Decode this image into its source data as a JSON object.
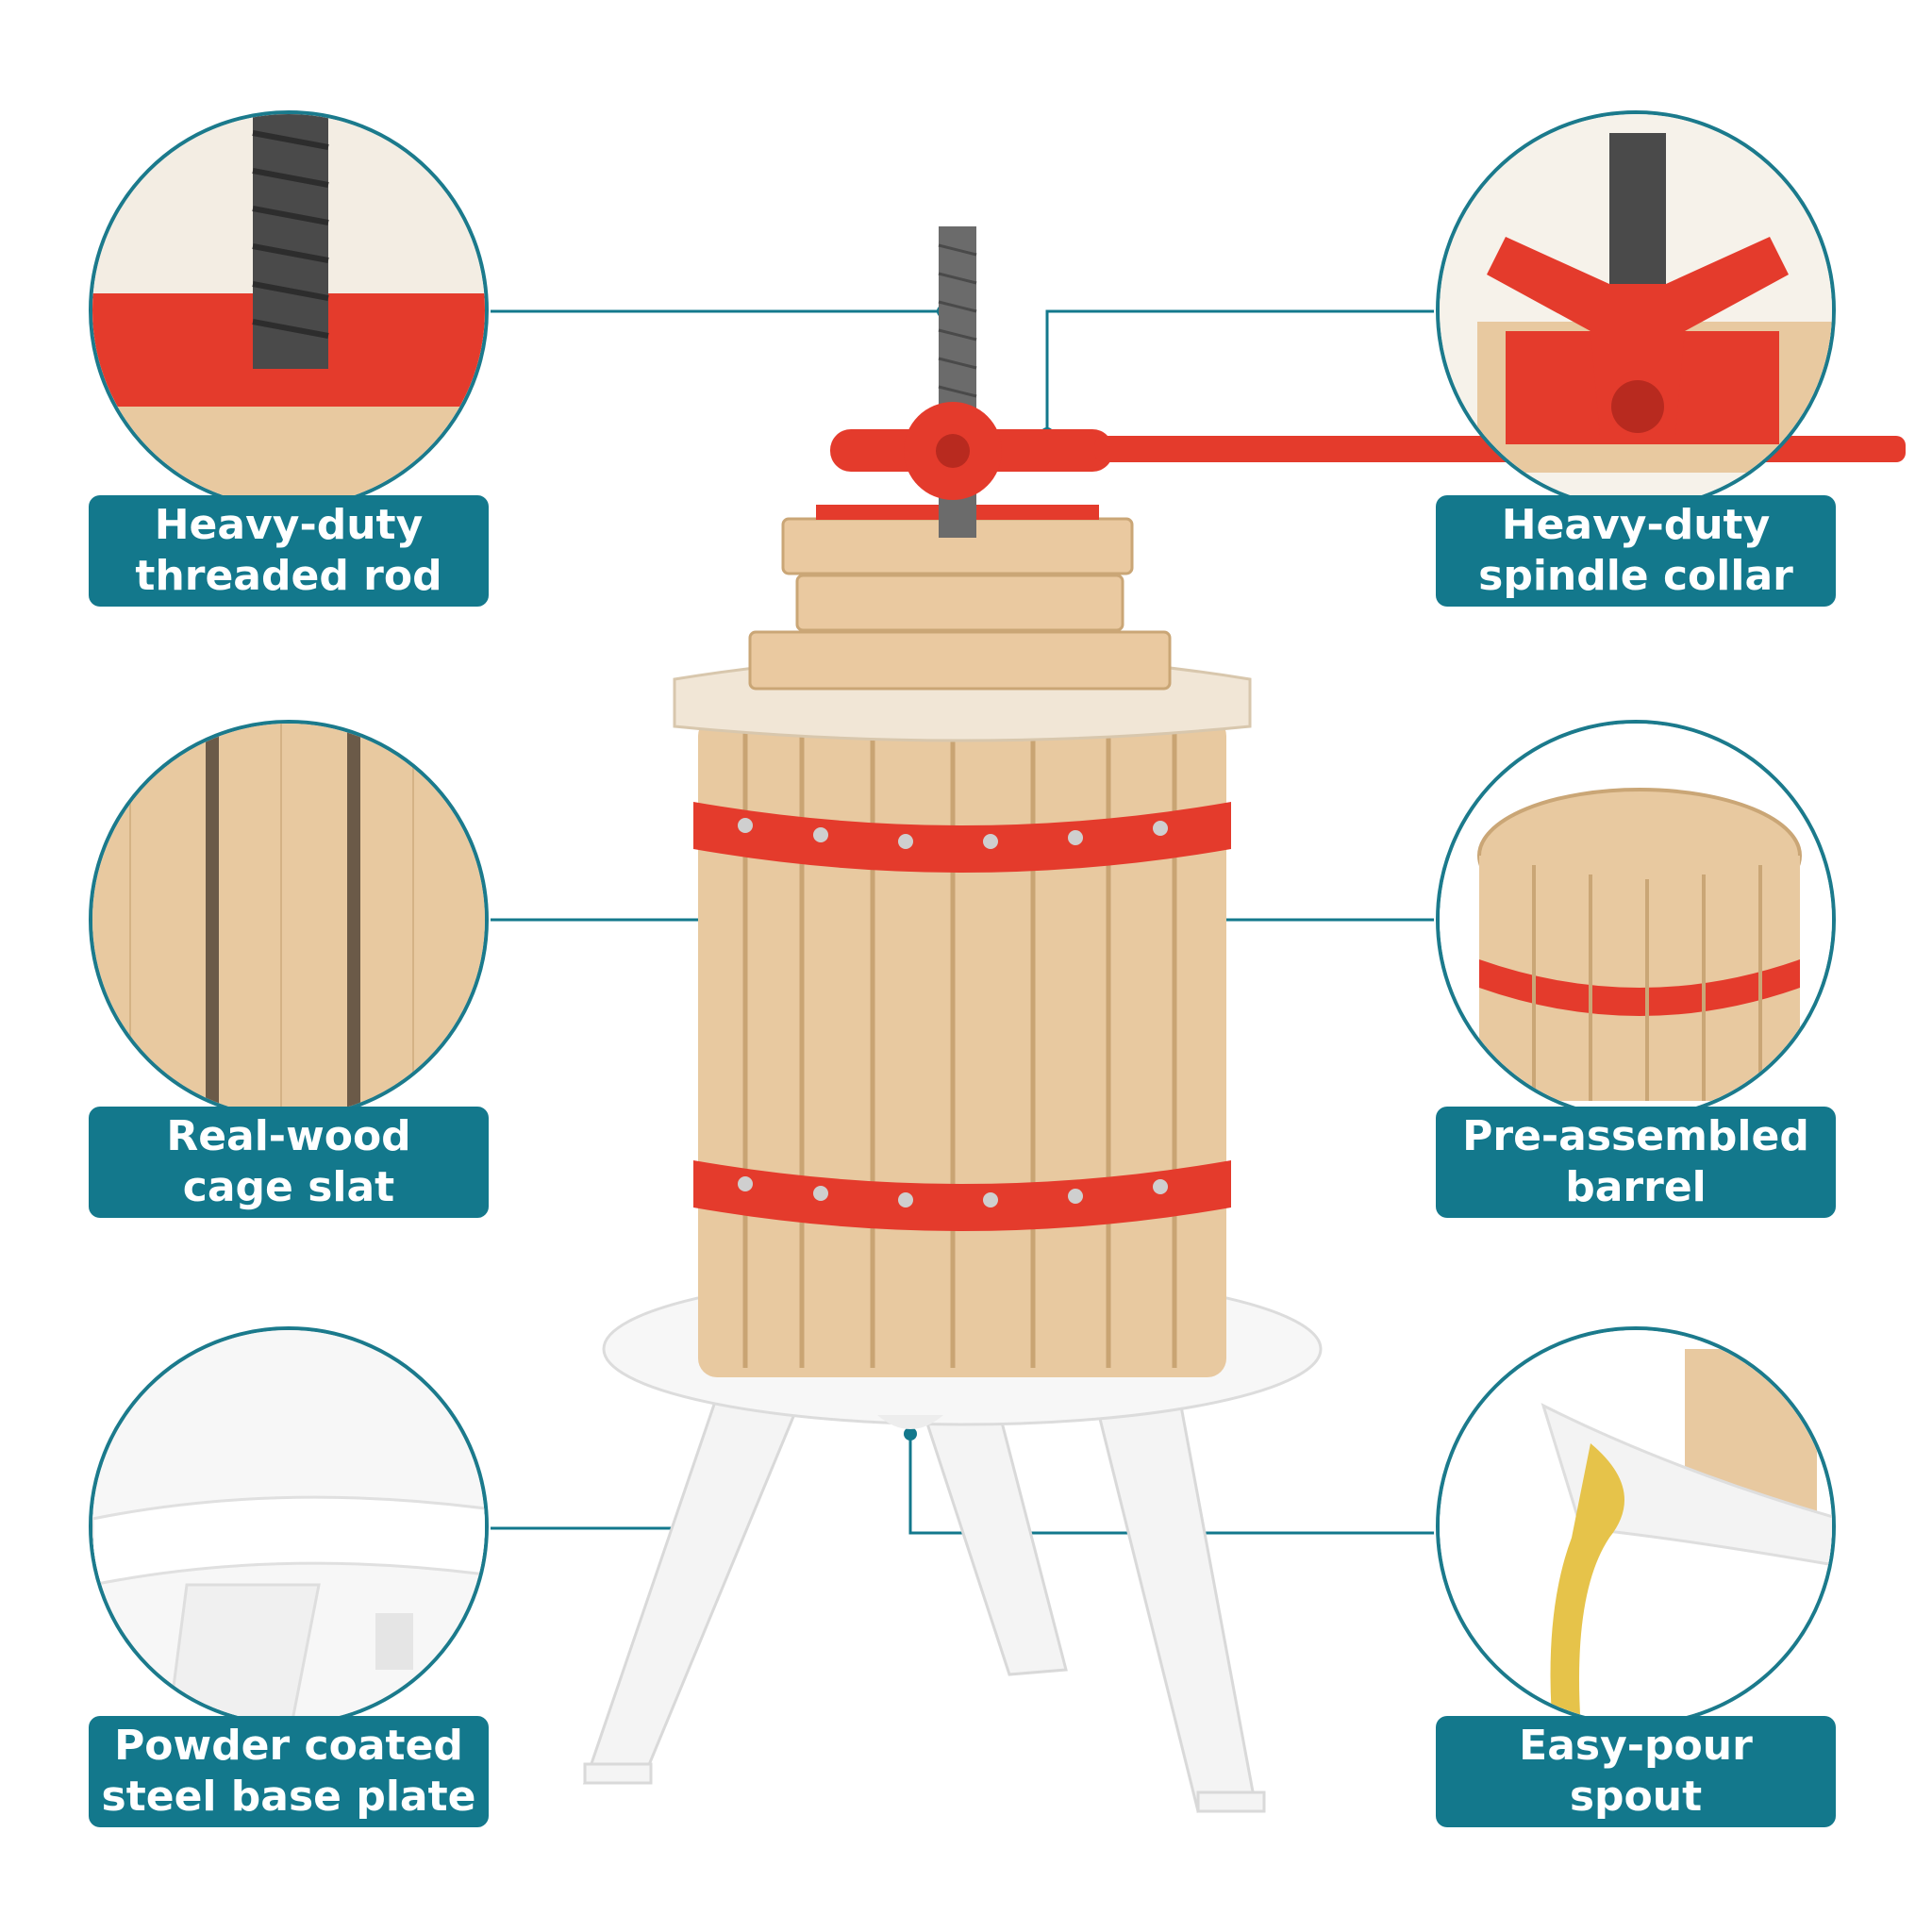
{
  "callouts": [
    {
      "id": "threaded-rod",
      "line1": "Heavy-duty",
      "line2": "threaded rod"
    },
    {
      "id": "spindle-collar",
      "line1": "Heavy-duty",
      "line2": "spindle collar"
    },
    {
      "id": "cage-slat",
      "line1": "Real-wood",
      "line2": "cage slat"
    },
    {
      "id": "barrel",
      "line1": "Pre-assembled",
      "line2": "barrel"
    },
    {
      "id": "base-plate",
      "line1": "Powder coated",
      "line2": "steel base plate"
    },
    {
      "id": "spout",
      "line1": "Easy-pour",
      "line2": "spout"
    }
  ],
  "colors": {
    "accent": "#13788c",
    "wood": "#e8c9a0",
    "band": "#e43b2c",
    "steel": "#6b6b6b",
    "base": "#f7f7f7"
  }
}
